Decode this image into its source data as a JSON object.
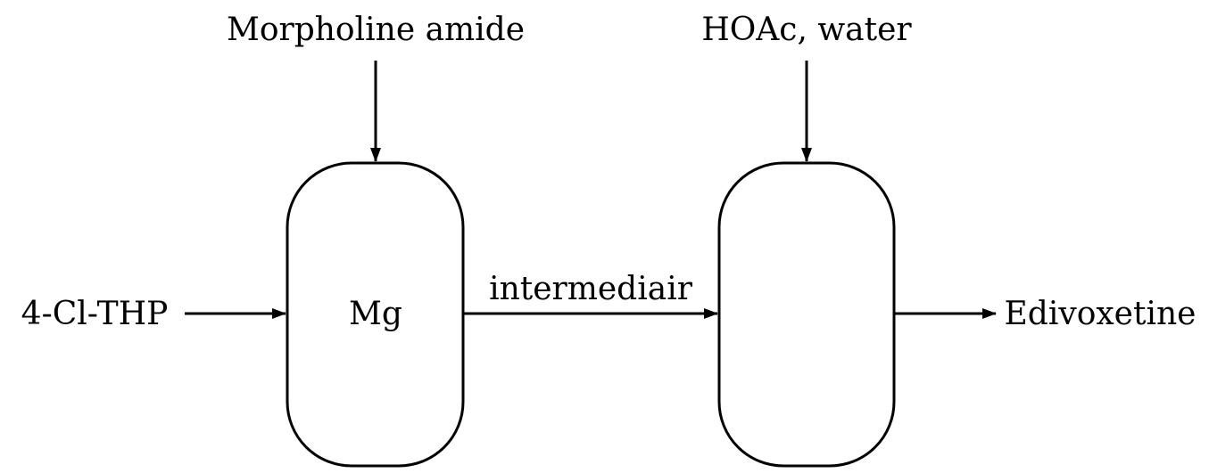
{
  "diagram": {
    "inputs": {
      "feed_left": "4-Cl-THP",
      "feed_top_1": "Morpholine amide",
      "feed_top_2": "HOAc, water"
    },
    "reactor_1": {
      "content_label": "Mg"
    },
    "reactor_2": {
      "content_label": ""
    },
    "stream_between": "intermediair",
    "output": "Edivoxetine"
  }
}
